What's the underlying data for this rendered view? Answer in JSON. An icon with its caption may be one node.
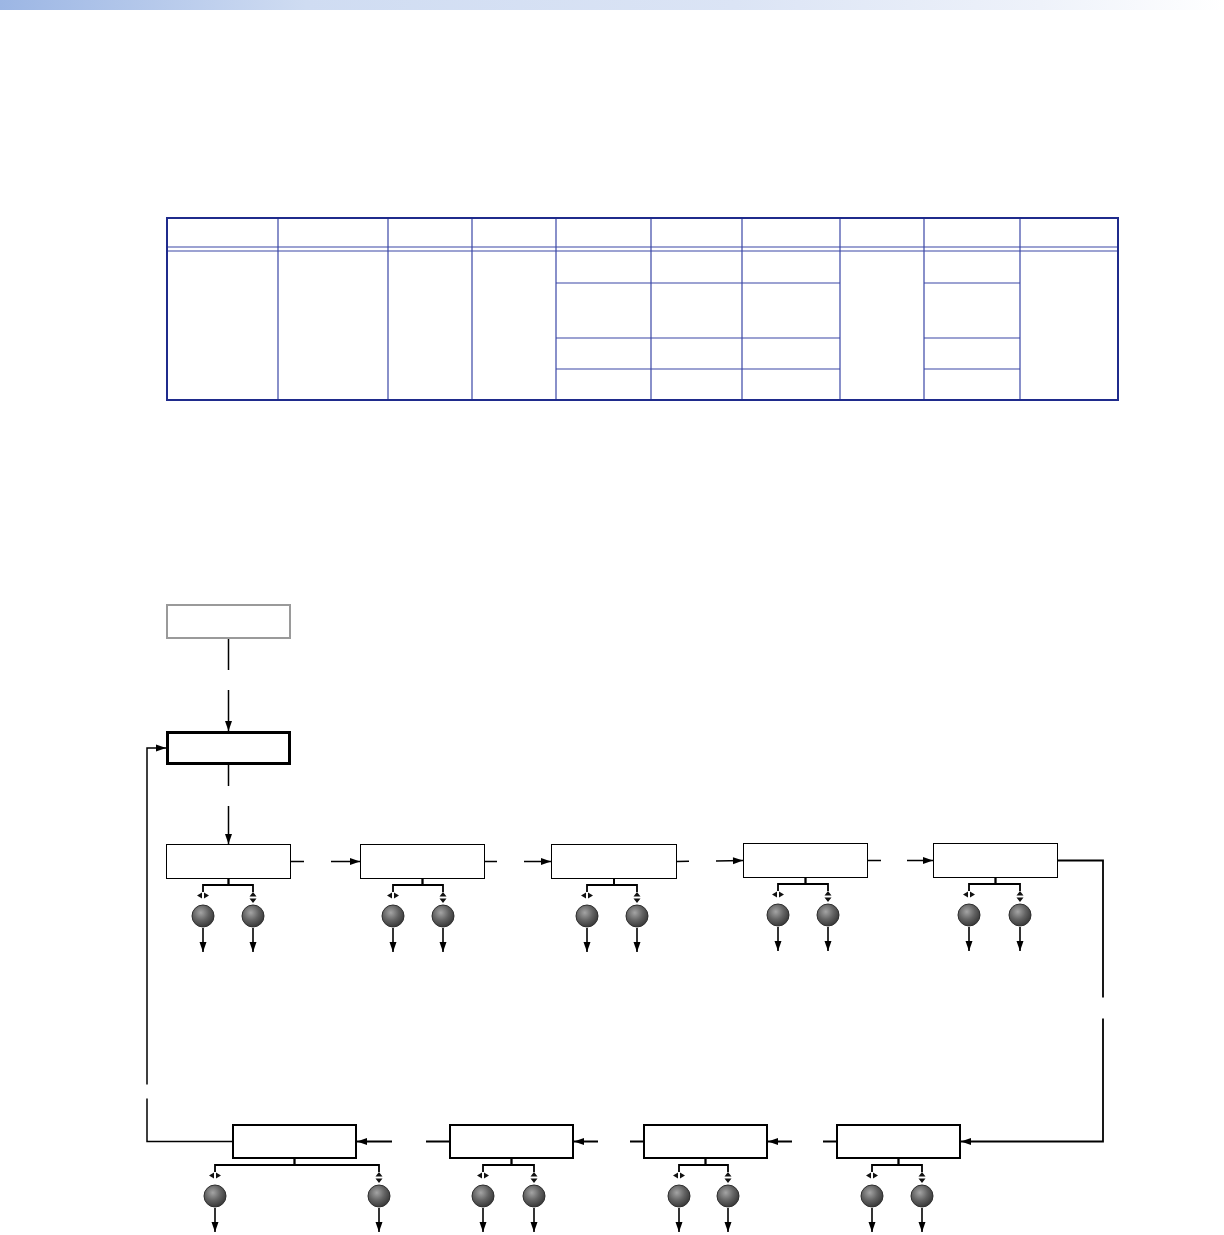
{
  "diagram": {
    "nodes": [
      {
        "text": [],
        "shape": "box"
      },
      {
        "text": [],
        "shape": "box"
      },
      {
        "text": [],
        "shape": "box"
      },
      {
        "text": [],
        "shape": "box"
      },
      {
        "text": [],
        "shape": "box"
      },
      {
        "text": [],
        "shape": "box"
      },
      {
        "text": [],
        "shape": "box"
      },
      {
        "text": [],
        "shape": "circle"
      },
      {
        "text": [],
        "shape": "circle"
      },
      {
        "text": [],
        "shape": "circle"
      },
      {
        "text": [],
        "shape": "circle"
      },
      {
        "text": [],
        "shape": "circle"
      },
      {
        "text": [],
        "shape": "circle"
      },
      {
        "text": [],
        "shape": "circle"
      },
      {
        "text": [],
        "shape": "circle"
      },
      {
        "text": [],
        "shape": "circle"
      },
      {
        "text": [],
        "shape": "circle"
      },
      {
        "text": [],
        "shape": "box"
      },
      {
        "text": [],
        "shape": "box"
      },
      {
        "text": [],
        "shape": "box"
      },
      {
        "text": [],
        "shape": "box"
      },
      {
        "text": [],
        "shape": "circle"
      },
      {
        "text": [],
        "shape": "circle"
      },
      {
        "text": [],
        "shape": "circle"
      },
      {
        "text": [],
        "shape": "circle"
      },
      {
        "text": [],
        "shape": "circle"
      },
      {
        "text": [],
        "shape": "circle"
      },
      {
        "text": [],
        "shape": "circle"
      },
      {
        "text": [],
        "shape": "circle"
      }
    ],
    "edges": [
      {
        "from": 0,
        "to": 1,
        "arrow": "to",
        "style": "dashed"
      },
      {
        "from": 1,
        "to": 2,
        "arrow": "to",
        "style": "dashed"
      },
      {
        "from": 2,
        "to": 3,
        "arrow": "to",
        "style": "dashed"
      },
      {
        "from": 3,
        "to": 4,
        "arrow": "to",
        "style": "dashed"
      },
      {
        "from": 4,
        "to": 5,
        "arrow": "to",
        "style": "dashed"
      },
      {
        "from": 5,
        "to": 6,
        "arrow": "to",
        "style": "dashed"
      },
      {
        "from": 6,
        "to": 20,
        "arrow": "to",
        "style": "dashed"
      },
      {
        "from": 20,
        "to": 19,
        "arrow": "to",
        "style": "dashed"
      },
      {
        "from": 19,
        "to": 18,
        "arrow": "to",
        "style": "dashed"
      },
      {
        "from": 18,
        "to": 17,
        "arrow": "to",
        "style": "dashed"
      },
      {
        "from": 17,
        "to": 1,
        "arrow": "to",
        "style": "dashed"
      },
      {
        "from": 2,
        "to": 7,
        "arrow": "none"
      },
      {
        "from": 2,
        "to": 8,
        "arrow": "none"
      },
      {
        "from": 3,
        "to": 9,
        "arrow": "none"
      },
      {
        "from": 3,
        "to": 10,
        "arrow": "none"
      },
      {
        "from": 4,
        "to": 11,
        "arrow": "none"
      },
      {
        "from": 4,
        "to": 12,
        "arrow": "none"
      },
      {
        "from": 5,
        "to": 13,
        "arrow": "none"
      },
      {
        "from": 5,
        "to": 14,
        "arrow": "none"
      },
      {
        "from": 6,
        "to": 15,
        "arrow": "none"
      },
      {
        "from": 6,
        "to": 16,
        "arrow": "none"
      },
      {
        "from": 17,
        "to": 21,
        "arrow": "none"
      },
      {
        "from": 17,
        "to": 22,
        "arrow": "none"
      },
      {
        "from": 18,
        "to": 23,
        "arrow": "none"
      },
      {
        "from": 18,
        "to": 24,
        "arrow": "none"
      },
      {
        "from": 19,
        "to": 25,
        "arrow": "none"
      },
      {
        "from": 19,
        "to": 26,
        "arrow": "none"
      },
      {
        "from": 20,
        "to": 27,
        "arrow": "none"
      },
      {
        "from": 20,
        "to": 28,
        "arrow": "none"
      },
      {
        "from": 7,
        "to": null,
        "arrow": "to"
      },
      {
        "from": 8,
        "to": null,
        "arrow": "to"
      },
      {
        "from": 9,
        "to": null,
        "arrow": "to"
      },
      {
        "from": 10,
        "to": null,
        "arrow": "to"
      },
      {
        "from": 11,
        "to": null,
        "arrow": "to"
      },
      {
        "from": 12,
        "to": null,
        "arrow": "to"
      },
      {
        "from": 13,
        "to": null,
        "arrow": "to"
      },
      {
        "from": 14,
        "to": null,
        "arrow": "to"
      },
      {
        "from": 15,
        "to": null,
        "arrow": "to"
      },
      {
        "from": 16,
        "to": null,
        "arrow": "to"
      },
      {
        "from": 21,
        "to": null,
        "arrow": "to"
      },
      {
        "from": 22,
        "to": null,
        "arrow": "to"
      },
      {
        "from": 23,
        "to": null,
        "arrow": "to"
      },
      {
        "from": 24,
        "to": null,
        "arrow": "to"
      },
      {
        "from": 25,
        "to": null,
        "arrow": "to"
      },
      {
        "from": 26,
        "to": null,
        "arrow": "to"
      },
      {
        "from": 27,
        "to": null,
        "arrow": "to"
      },
      {
        "from": 28,
        "to": null,
        "arrow": "to"
      }
    ]
  }
}
